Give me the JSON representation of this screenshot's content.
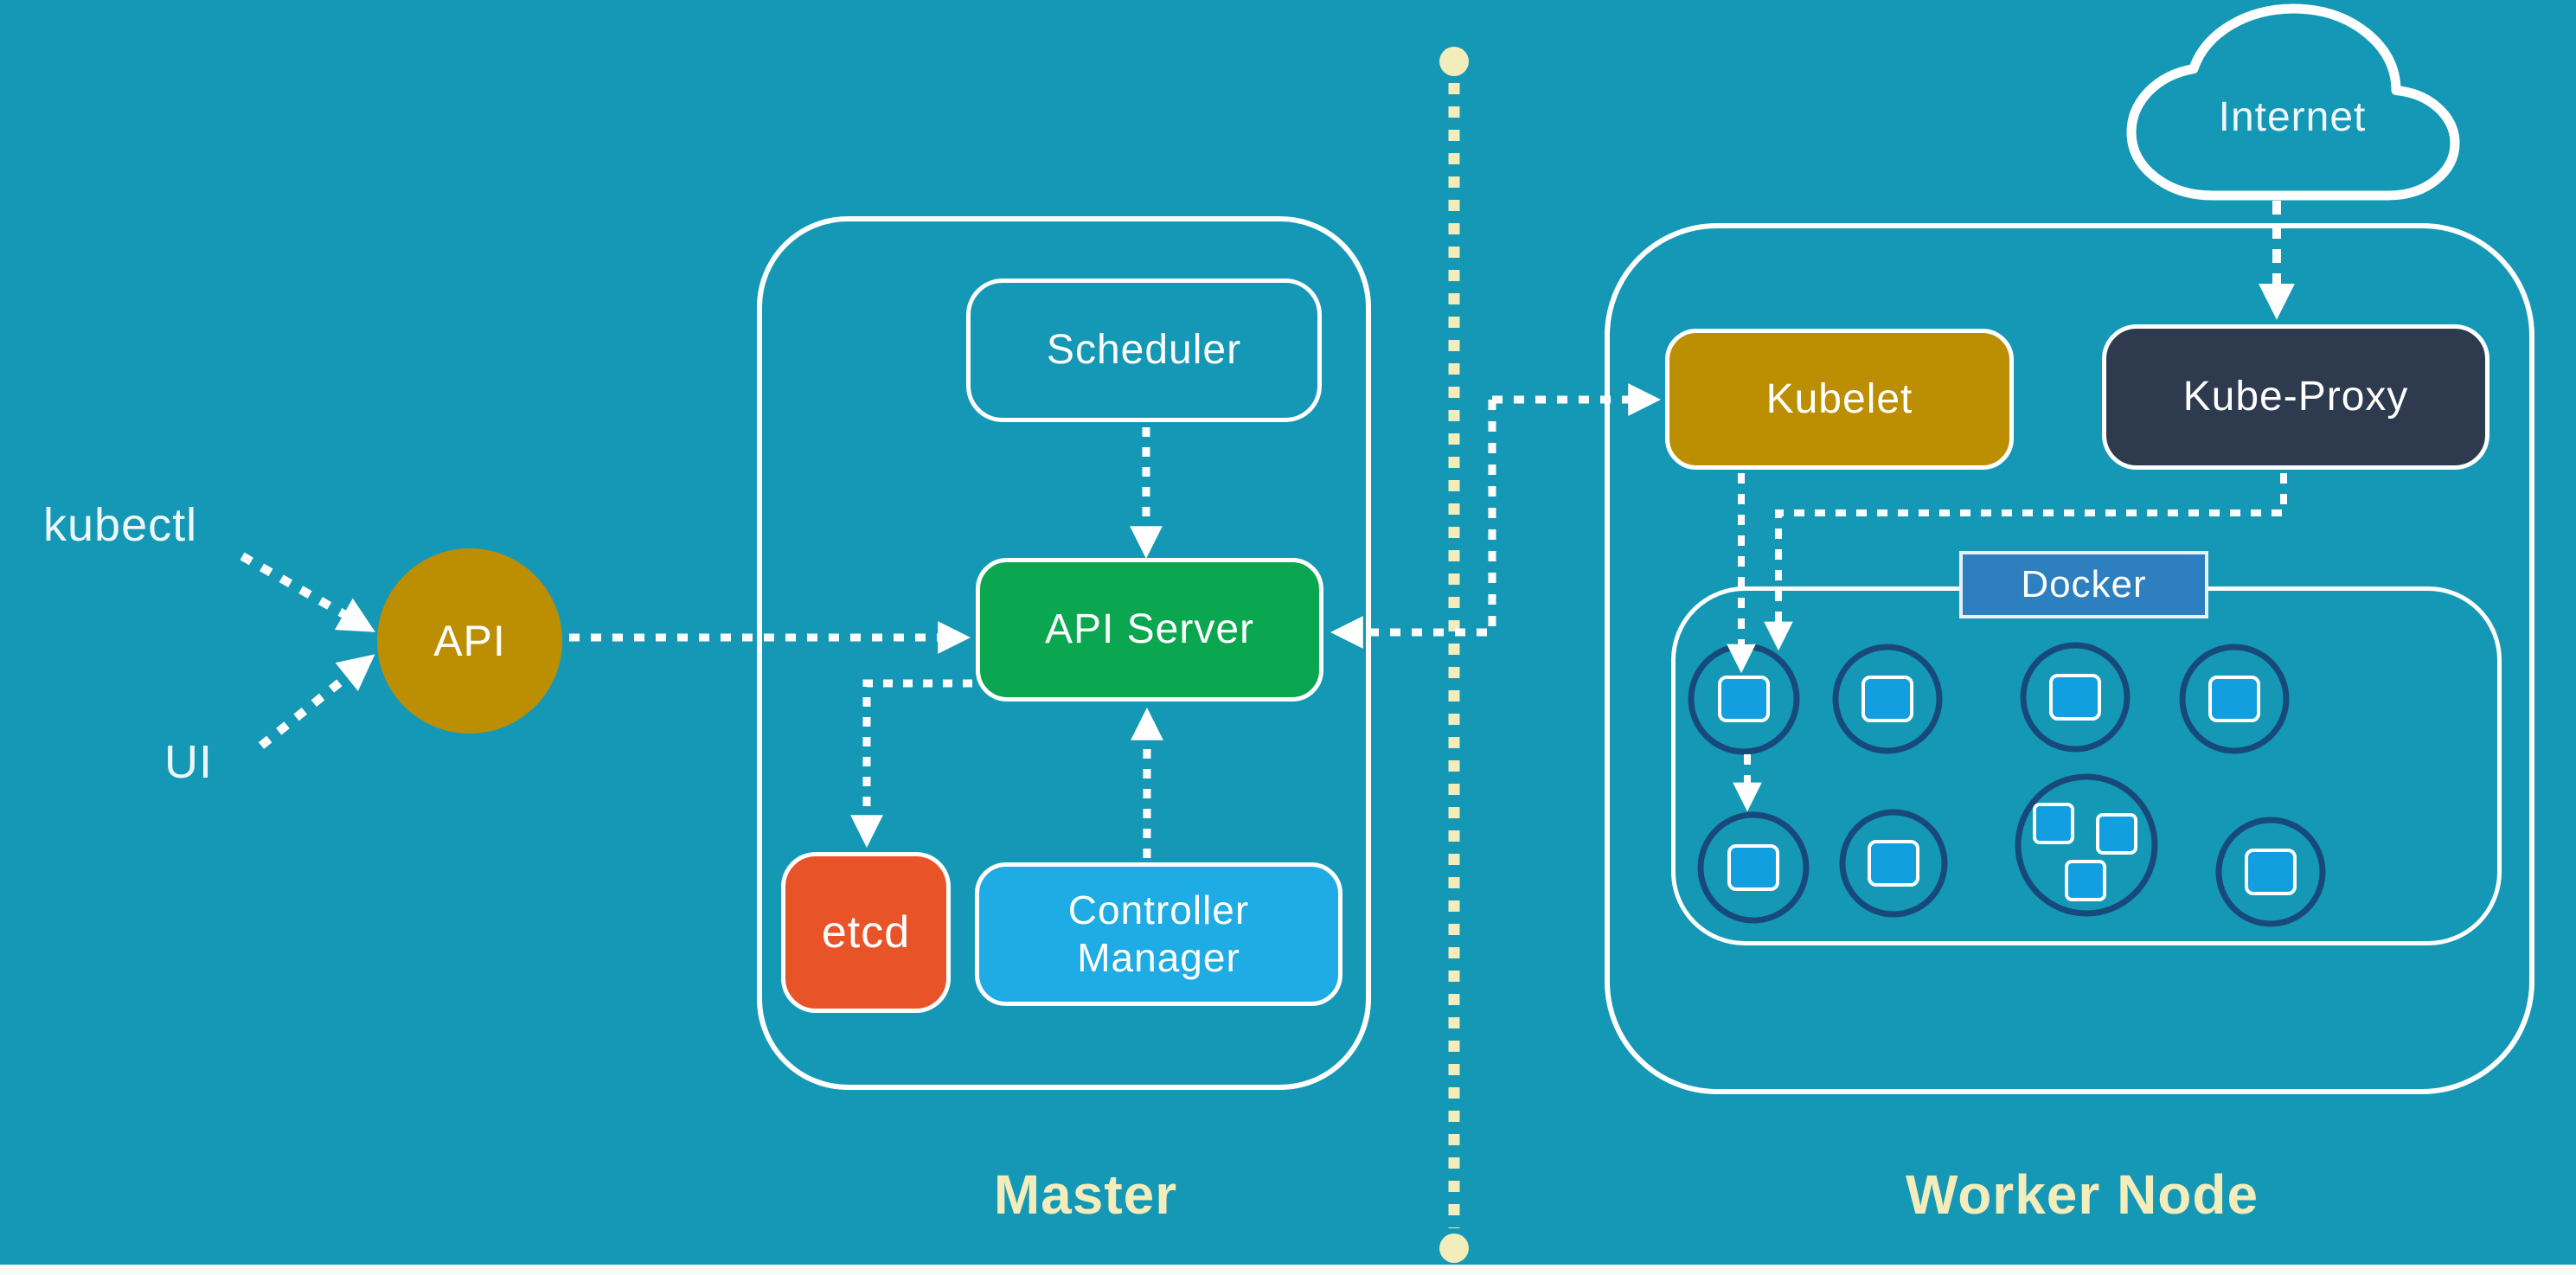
{
  "diagram": {
    "labels": {
      "kubectl": "kubectl",
      "ui": "UI",
      "api": "API",
      "scheduler": "Scheduler",
      "api_server": "API Server",
      "etcd": "etcd",
      "controller_manager": "Controller Manager",
      "master": "Master",
      "kubelet": "Kubelet",
      "kube_proxy": "Kube-Proxy",
      "docker": "Docker",
      "worker_node": "Worker Node",
      "internet": "Internet"
    },
    "colors": {
      "background": "#1598b6",
      "line_white": "#ffffff",
      "cream": "#f3ecbb",
      "gold": "#bc8f03",
      "green": "#0ba750",
      "orange": "#e85427",
      "light_blue": "#1fabe3",
      "navy": "#2e3b4e",
      "docker_blue": "#2e7fbf",
      "pod_ring": "#17497a",
      "pod_square": "#129fe0",
      "footer_strip": "#fafafa"
    }
  }
}
